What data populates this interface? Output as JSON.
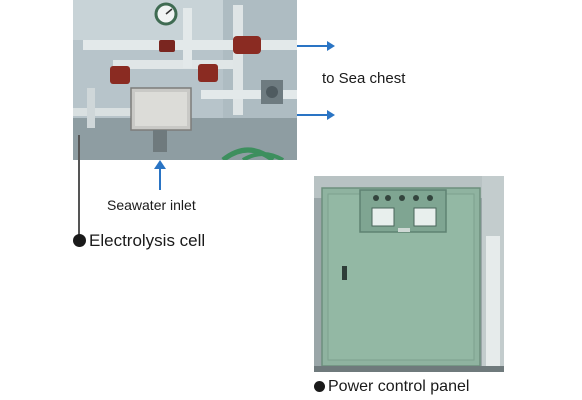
{
  "photos": {
    "top": {
      "icon": "seawater-piping-photo"
    },
    "bottom": {
      "icon": "power-control-panel-photo"
    }
  },
  "labels": {
    "outlet": "to Sea chest",
    "inlet": "Seawater inlet",
    "cell": "Electrolysis cell",
    "panel": "Power control panel"
  },
  "colors": {
    "arrow": "#2a74c4",
    "pipe_wall": "#b9c6cc",
    "valve": "#8a2b22",
    "panel": "#8fb3a0"
  }
}
